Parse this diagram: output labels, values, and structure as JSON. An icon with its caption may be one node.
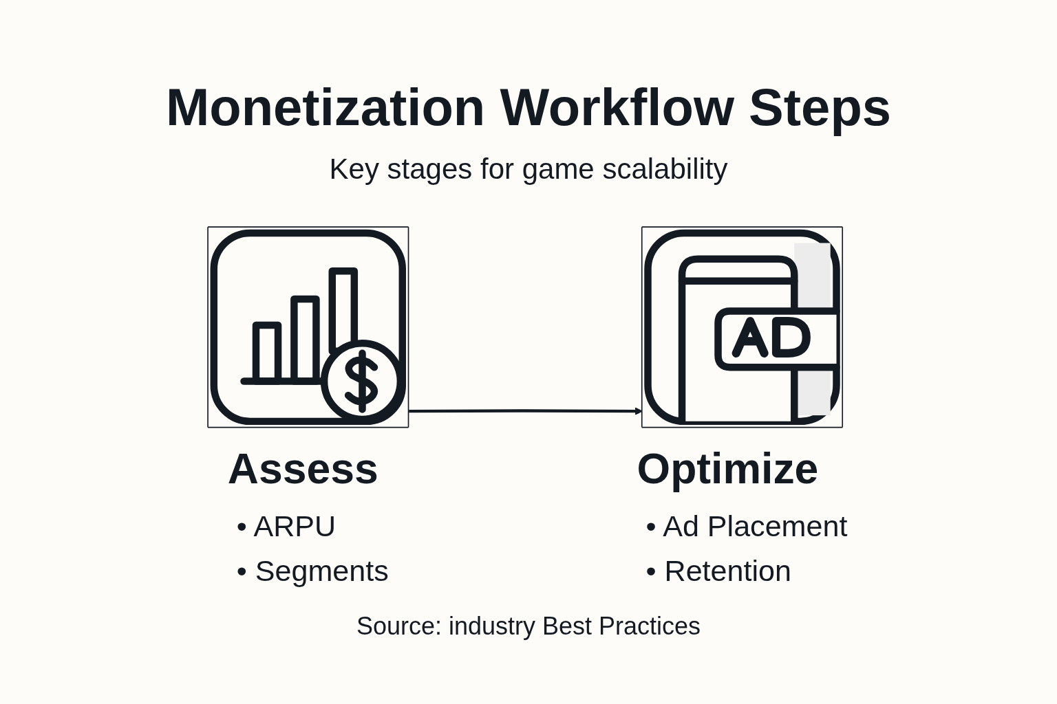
{
  "diagram": {
    "title": "Monetization Workflow Steps",
    "nodes": [
      {
        "text": [
          "Assess",
          "• ARPU",
          "• Segments"
        ]
      },
      {
        "text": [
          "Optimize",
          "• Ad Placement",
          "• Retention"
        ]
      }
    ],
    "edges": [
      {
        "from": 0,
        "to": 1,
        "arrow": "to"
      }
    ],
    "labels": [
      "Key stages for game scalability"
    ],
    "caption": "Source: industry Best Practices"
  }
}
